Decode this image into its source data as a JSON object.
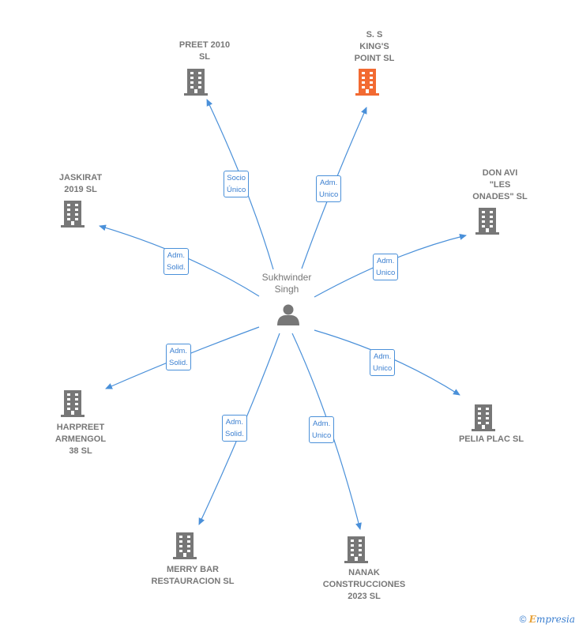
{
  "colors": {
    "edge": "#4a90d9",
    "building": "#777777",
    "building_highlight": "#f26a32",
    "person": "#777777"
  },
  "center": {
    "name": "Sukhwinder\nSingh",
    "icon": "person-icon"
  },
  "companies": [
    {
      "name": "PREET 2010\nSL",
      "highlight": false
    },
    {
      "name": "S. S\nKING'S\nPOINT  SL",
      "highlight": true
    },
    {
      "name": "DON AVI\n\"LES\nONADES\"  SL",
      "highlight": false
    },
    {
      "name": "PELIA PLAC  SL",
      "highlight": false
    },
    {
      "name": "NANAK\nCONSTRUCCIONES\n2023  SL",
      "highlight": false
    },
    {
      "name": "MERRY BAR\nRESTAURACION SL",
      "highlight": false
    },
    {
      "name": "HARPREET\nARMENGOL\n38  SL",
      "highlight": false
    },
    {
      "name": "JASKIRAT\n2019  SL",
      "highlight": false
    }
  ],
  "relations": [
    "Socio\nÚnico",
    "Adm.\nUnico",
    "Adm.\nUnico",
    "Adm.\nUnico",
    "Adm.\nUnico",
    "Adm.\nSolid.",
    "Adm.\nSolid.",
    "Adm.\nSolid."
  ],
  "footer": {
    "copyright": "©",
    "brand_initial": "E",
    "brand_rest": "mpresia"
  }
}
